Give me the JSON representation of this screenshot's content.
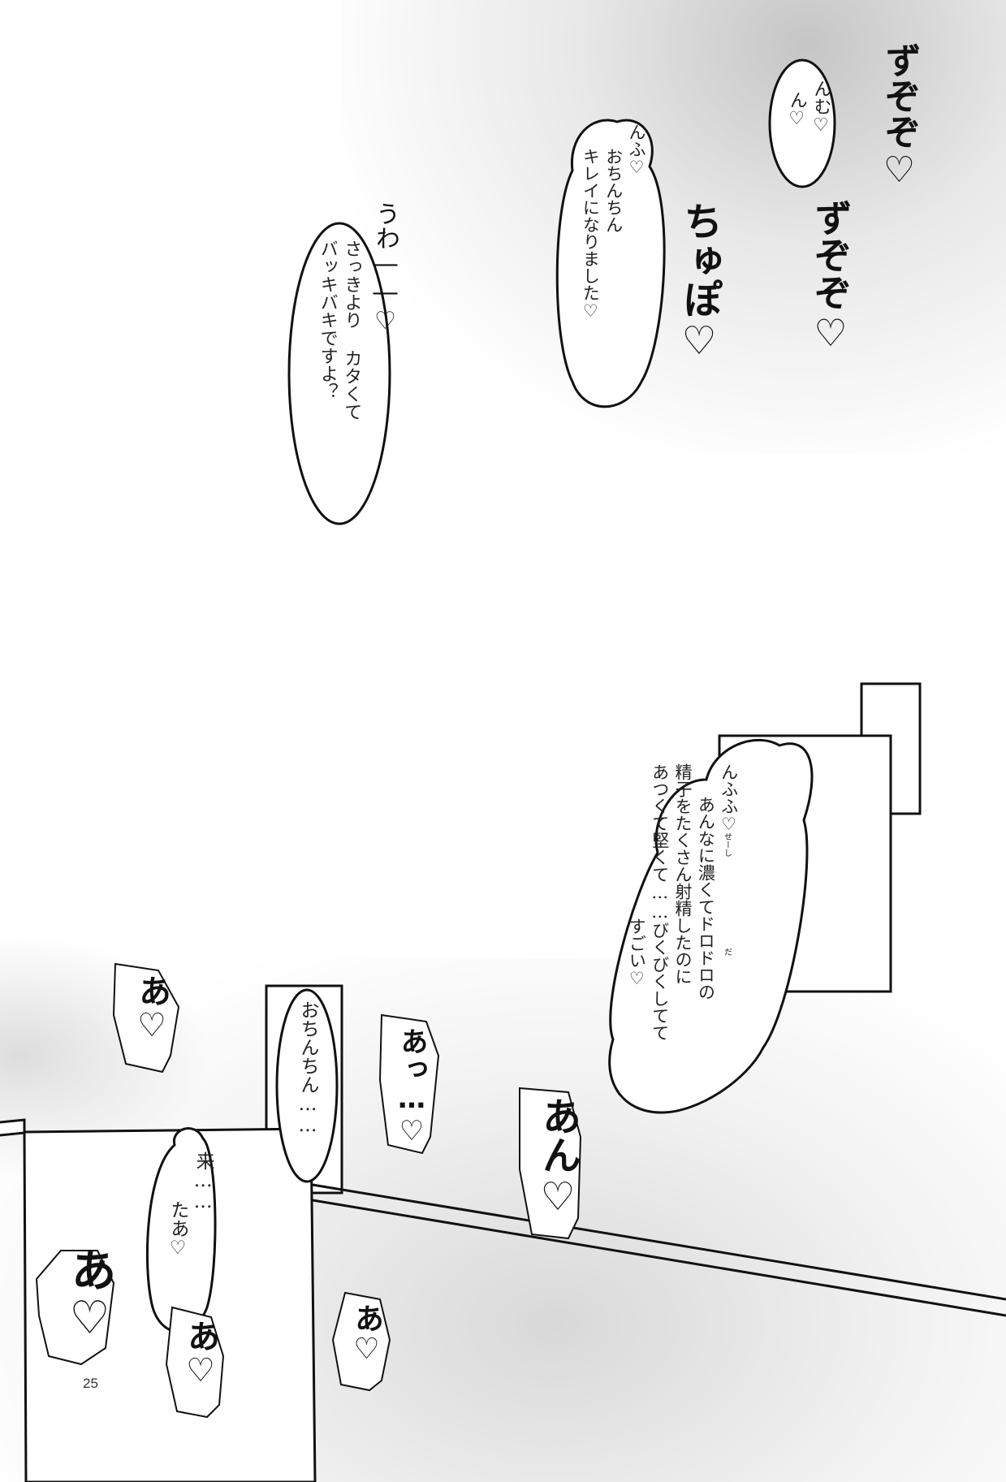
{
  "page_number": "25",
  "bubbles": {
    "nmu": [
      "んむ♡",
      "ん♡"
    ],
    "nfu_clean": [
      "んふ♡",
      "おちんちん",
      "キレイになりました♡"
    ],
    "hard": [
      "さっきより カタくて",
      "バッキバキですよ？"
    ],
    "sugoi": [
      "んふふ♡",
      "あんなに濃くてドロドロの",
      "精子をたくさん射精したのに",
      "あつくて堅くて……びくびくしてて",
      "すごい♡"
    ],
    "ochinchin": [
      "おちんちん……"
    ],
    "kita": [
      "来……",
      "たあ♡"
    ]
  },
  "furigana": {
    "seishi": "せーし",
    "da": "だ"
  },
  "sfx": {
    "zuzzu1": "ずぞぞ♡",
    "zuzzu2": "ずぞぞ♡",
    "chupo": "ちゅぽ♡",
    "uwa": "うわ――♡",
    "a1": "あ♡",
    "a2": "あっ…♡",
    "an": "あん♡",
    "a3": "あ♡",
    "a4": "あ♡",
    "a5": "あ♡"
  }
}
